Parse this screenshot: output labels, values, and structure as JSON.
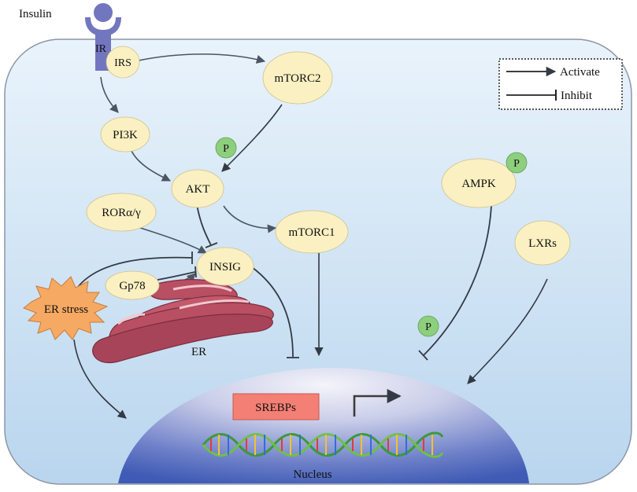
{
  "diagram": {
    "labels": {
      "insulin": "Insulin",
      "ir": "IR",
      "irs": "IRS",
      "mtorc2": "mTORC2",
      "pi3k": "PI3K",
      "p_akt": "P",
      "akt": "AKT",
      "ror": "RORα/γ",
      "mtorc1": "mTORC1",
      "insig": "INSIG",
      "gp78": "Gp78",
      "er_stress": "ER stress",
      "er": "ER",
      "ampk": "AMPK",
      "p_ampk": "P",
      "lxrs": "LXRs",
      "p_inhib": "P",
      "srebps": "SREBPs",
      "nucleus": "Nucleus"
    },
    "legend": {
      "activate": "Activate",
      "inhibit": "Inhibit"
    },
    "colors": {
      "node_fill": "#fbf0c2",
      "phospho_fill": "#8ecf7e",
      "er_stress_fill": "#f6a963",
      "srebps_fill": "#f37f75",
      "er_fill": "#b94f62",
      "receptor": "#7276bf",
      "cell_border": "#8c96a5"
    }
  }
}
